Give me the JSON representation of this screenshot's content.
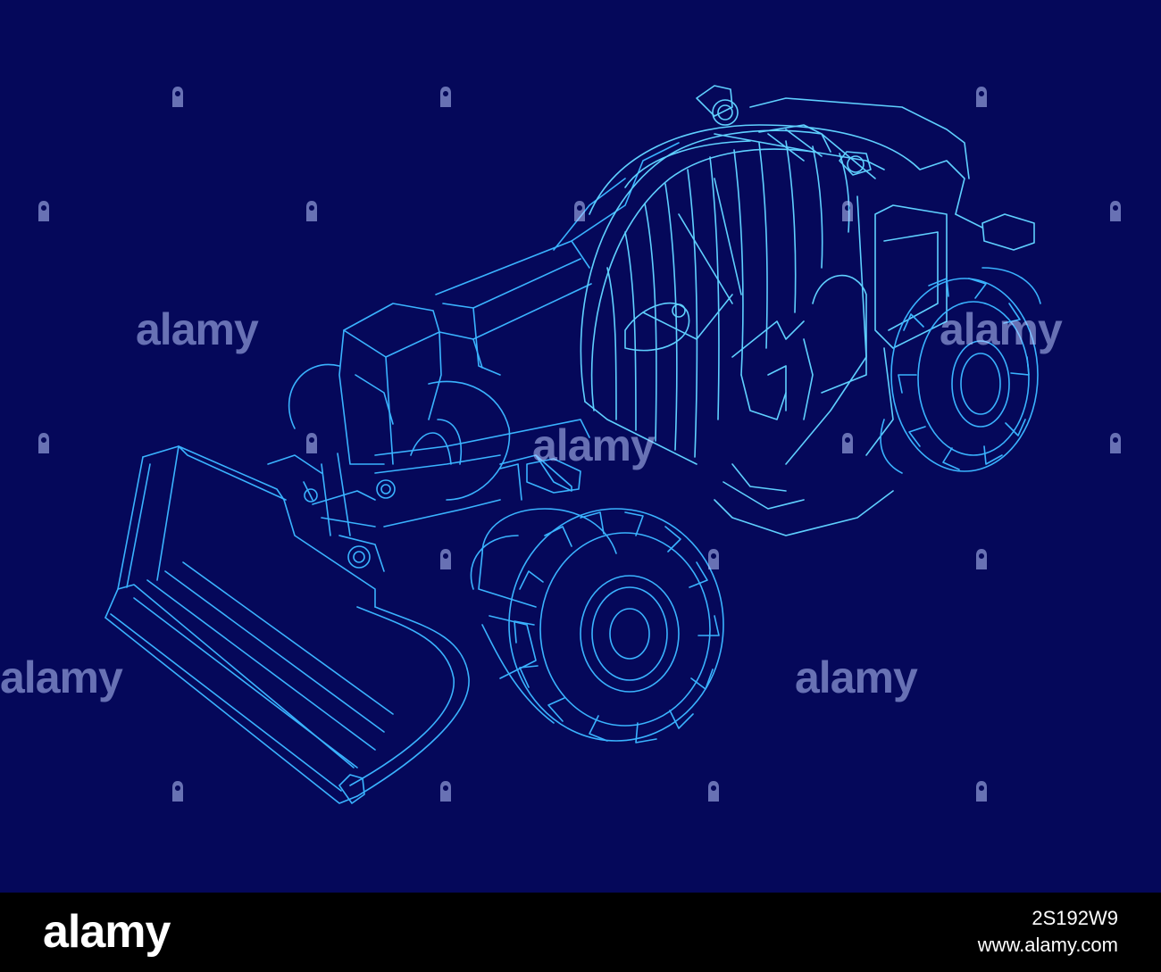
{
  "image": {
    "subject": "telehandler-wireframe-drawing",
    "background_color": "#05085a",
    "line_color": "#3ab3ff",
    "line_color_bright": "#5fd0ff"
  },
  "watermarks": {
    "text": "alamy",
    "color": "#b9c8ff"
  },
  "footer": {
    "logo": "alamy",
    "image_id": "2S192W9",
    "site": "www.alamy.com",
    "background_color": "#000000"
  }
}
